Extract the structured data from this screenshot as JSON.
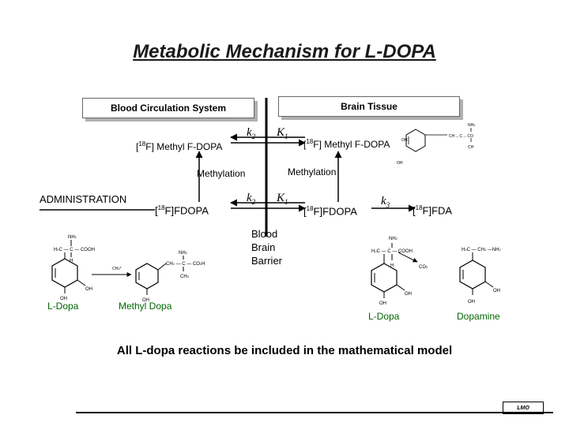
{
  "title": "Metabolic Mechanism for L-DOPA",
  "headers": {
    "left": "Blood Circulation System",
    "right": "Brain Tissue"
  },
  "rate_constants": {
    "top_k2": {
      "sym": "k",
      "sub": "2"
    },
    "top_K1": {
      "sym": "K",
      "sub": "1"
    },
    "mid_k2": {
      "sym": "k",
      "sub": "2"
    },
    "mid_K1": {
      "sym": "K",
      "sub": "1"
    },
    "mid_k3": {
      "sym": "k",
      "sub": "3"
    }
  },
  "labels": {
    "methyl_fdopa_left": {
      "pre": "[",
      "sup": "18",
      "post": "F] Methyl F-DOPA"
    },
    "methyl_fdopa_right": {
      "pre": "[",
      "sup": "18",
      "post": "F] Methyl F-DOPA"
    },
    "methylation_left": "Methylation",
    "methylation_right": "Methylation",
    "administration": "ADMINISTRATION",
    "fdopa_left": {
      "pre": "[",
      "sup": "18",
      "post": "F]FDOPA"
    },
    "fdopa_right": {
      "pre": "[",
      "sup": "18",
      "post": "F]FDOPA"
    },
    "fda": {
      "pre": "[",
      "sup": "18",
      "post": "F]FDA"
    }
  },
  "bbb": [
    "Blood",
    "Brain",
    "Barrier"
  ],
  "molecules": {
    "ldopa_left": "L-Dopa",
    "methyl_dopa": "Methyl Dopa",
    "ldopa_right": "L-Dopa",
    "dopamine": "Dopamine"
  },
  "chem_text": {
    "nh2": "NH",
    "nh2_sub": "2",
    "oh": "OH",
    "h": "H",
    "h3c": "H",
    "cooh": "COOH",
    "co2h": "CO",
    "ch3": "CH",
    "co2": "CO",
    "ch2": "CH",
    "c": "C"
  },
  "colors": {
    "green_label": "#006600",
    "arrow": "#000000",
    "shadow": "#b0b0b0"
  },
  "conclusion": "All L-dopa reactions be included in the mathematical model",
  "footer": {
    "badge": "LMO"
  }
}
